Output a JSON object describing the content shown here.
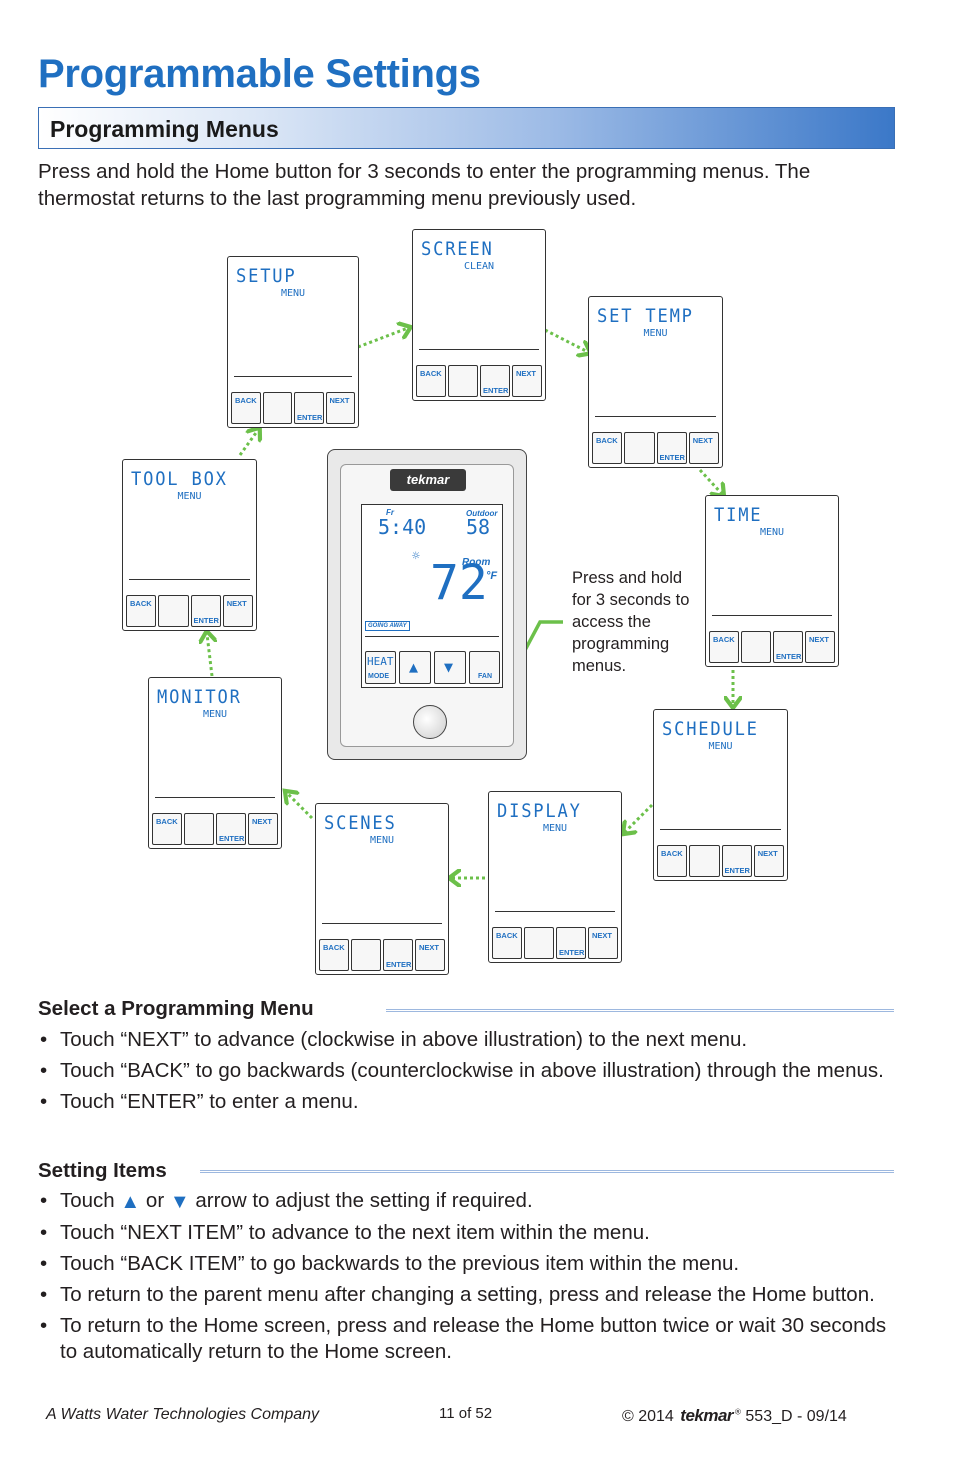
{
  "title": "Programmable Settings",
  "section": "Programming Menus",
  "intro": "Press and hold the Home button for 3 seconds to enter the programming menus. The thermostat returns to the last programming menu previously used.",
  "colors": {
    "accent": "#1f6fc1",
    "arrow": "#6cc04a",
    "rule": "#9db8df"
  },
  "button_labels": {
    "back": "BACK",
    "enter": "ENTER",
    "next": "NEXT"
  },
  "screens": [
    {
      "line1": "SETUP",
      "line2": "MENU"
    },
    {
      "line1": "SCREEN",
      "line2": "CLEAN"
    },
    {
      "line1": "SET TEMP",
      "line2": "MENU"
    },
    {
      "line1": "TIME",
      "line2": "MENU"
    },
    {
      "line1": "SCHEDULE",
      "line2": "MENU"
    },
    {
      "line1": "DISPLAY",
      "line2": "MENU"
    },
    {
      "line1": "SCENES",
      "line2": "MENU"
    },
    {
      "line1": "MONITOR",
      "line2": "MENU"
    },
    {
      "line1": "TOOL BOX",
      "line2": "MENU"
    }
  ],
  "thermostat": {
    "logo": "tekmar",
    "day": "Fr",
    "time": "5:40",
    "outdoor_label": "Outdoor",
    "outdoor_temp": "58",
    "room_label": "Room",
    "room_temp": "72",
    "unit": "°F",
    "going_away": "GOING AWAY",
    "mode_value": "HEAT",
    "mode_label": "MODE",
    "fan_label": "FAN",
    "up_icon": "▲",
    "down_icon": "▼"
  },
  "callout": "Press and hold for 3 seconds to access the programming menus.",
  "select_menu": {
    "heading": "Select a Programming Menu",
    "items": [
      "Touch “NEXT” to advance (clockwise in above illustration) to the next menu.",
      "Touch “BACK” to go backwards (counterclockwise in above illustration) through the menus.",
      "Touch “ENTER” to enter a menu."
    ]
  },
  "setting_items": {
    "heading": "Setting Items",
    "item1_pre": "Touch",
    "item1_mid": "or",
    "item1_post": "arrow to adjust the setting if required.",
    "items": [
      "Touch “NEXT ITEM” to advance to the next item within the menu.",
      "Touch “BACK ITEM” to go backwards to the previous item within the menu.",
      "To return to the parent menu after changing a setting, press and release the Home button.",
      "To return to the Home screen, press and release the Home button twice or wait 30 seconds to automatically return to the Home screen."
    ]
  },
  "footer": {
    "company": "A Watts Water Technologies Company",
    "page": "11 of 52",
    "copyright": "© 2014",
    "logo": "tekmar",
    "registered": "®",
    "doc": "553_D - 09/14"
  }
}
